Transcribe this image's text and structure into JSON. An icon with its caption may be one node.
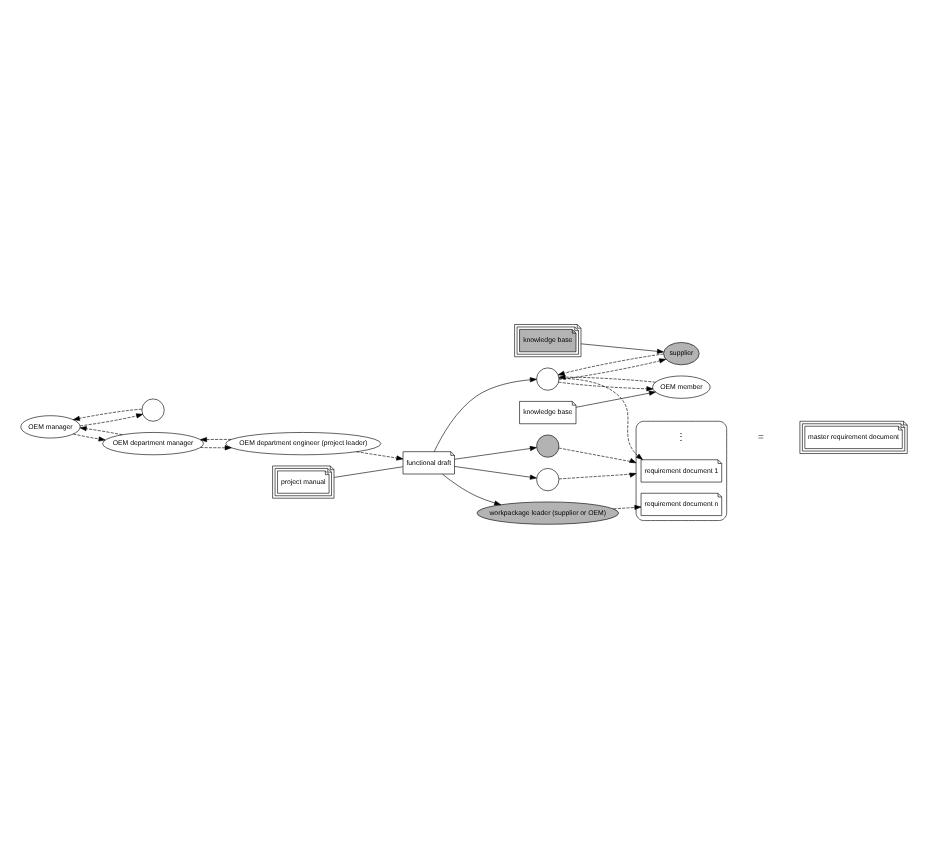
{
  "diagram": {
    "nodes": [
      {
        "text": [
          "OEM manager"
        ]
      },
      {
        "text": [],
        "shape": "circle"
      },
      {
        "text": [
          "OEM department manager"
        ]
      },
      {
        "text": [
          "OEM department engineer (project leader)"
        ]
      },
      {
        "text": [
          "functional draft"
        ]
      },
      {
        "text": [
          "project manual"
        ]
      },
      {
        "text": [
          "knowledge base"
        ]
      },
      {
        "text": [
          "knowledge base"
        ]
      },
      {
        "text": [
          "supplier"
        ]
      },
      {
        "text": [
          "OEM member"
        ]
      },
      {
        "text": [],
        "shape": "circle"
      },
      {
        "text": [],
        "shape": "circle"
      },
      {
        "text": [],
        "shape": "circle"
      },
      {
        "text": [
          "workpackage leader (supplier or OEM)"
        ]
      },
      {
        "text": [],
        "shape": "ellipse"
      },
      {
        "text": [
          "requirement document 1"
        ],
        "in": 14
      },
      {
        "text": [
          "requirement document n"
        ],
        "in": 14
      },
      {
        "text": [
          "master requirement document"
        ]
      }
    ],
    "edges": [
      {
        "from": 0,
        "to": 1,
        "arrow": "to",
        "style": "dashed"
      },
      {
        "from": 1,
        "to": 0,
        "arrow": "to",
        "style": "dashed"
      },
      {
        "from": 0,
        "to": 2,
        "arrow": "to",
        "style": "dashed"
      },
      {
        "from": 2,
        "to": 0,
        "arrow": "to",
        "style": "dashed"
      },
      {
        "from": 2,
        "to": 3,
        "arrow": "to",
        "style": "dashed"
      },
      {
        "from": 3,
        "to": 2,
        "arrow": "to",
        "style": "dashed"
      },
      {
        "from": 3,
        "to": 4,
        "arrow": "to",
        "style": "dashed"
      },
      {
        "from": 5,
        "to": 4,
        "arrow": "none"
      },
      {
        "from": 4,
        "to": 10,
        "arrow": "to"
      },
      {
        "from": 4,
        "to": 11,
        "arrow": "to"
      },
      {
        "from": 4,
        "to": 12,
        "arrow": "to"
      },
      {
        "from": 4,
        "to": 13,
        "arrow": "to"
      },
      {
        "from": 6,
        "to": 8,
        "arrow": "to"
      },
      {
        "from": 7,
        "to": 9,
        "arrow": "to"
      },
      {
        "from": 8,
        "to": 10,
        "arrow": "to",
        "style": "dashed"
      },
      {
        "from": 10,
        "to": 8,
        "arrow": "to",
        "style": "dashed"
      },
      {
        "from": 9,
        "to": 10,
        "arrow": "to",
        "style": "dashed"
      },
      {
        "from": 10,
        "to": 9,
        "arrow": "to",
        "style": "dashed"
      },
      {
        "from": 10,
        "to": 15,
        "arrow": "to",
        "style": "dashed"
      },
      {
        "from": 11,
        "to": 14,
        "arrow": "to",
        "style": "dashed"
      },
      {
        "from": 12,
        "to": 14,
        "arrow": "to",
        "style": "dashed"
      },
      {
        "from": 13,
        "to": 16,
        "arrow": "to",
        "style": "dashed"
      }
    ],
    "labels": [
      "⋮",
      "="
    ]
  }
}
